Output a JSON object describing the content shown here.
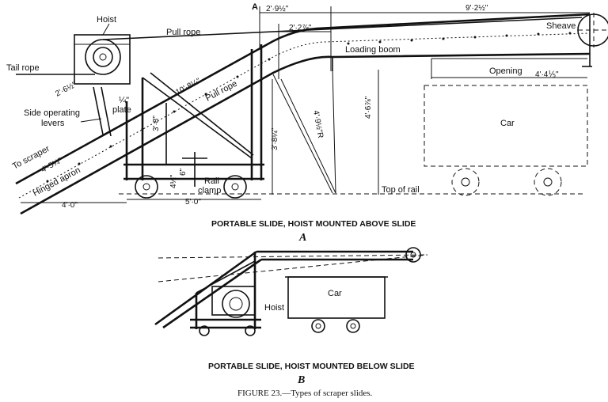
{
  "diagram_a": {
    "labels": {
      "hoist": "Hoist",
      "pull_rope_top": "Pull rope",
      "pull_rope_lower": "Pull rope",
      "tail_rope": "Tail rope",
      "sheave": "Sheave",
      "loading_boom": "Loading boom",
      "opening": "Opening",
      "car": "Car",
      "top_of_rail": "Top of rail",
      "side_levers_1": "Side operating",
      "side_levers_2": "levers",
      "to_scraper": "To scraper",
      "hinged_apron": "Hinged apron",
      "plate_1": "¼\"",
      "plate_2": "plate",
      "rail_clamp_1": "Rail",
      "rail_clamp_2": "clamp",
      "point_a": "A"
    },
    "dimensions": {
      "d1": "2'·9½\"",
      "d2": "9'·2½\"",
      "d3": "2'·2⅞\"",
      "d4": "2'·6½\"",
      "d5": "10'·8¼\"",
      "d6": "4'·9½\"R",
      "d7": "4'·6⅞\"",
      "d8": "3'·8¼\"",
      "d9": "3'·8\"",
      "d10": "4'·5¼\"",
      "d11": "4'·0\"",
      "d12": "5'·0\"",
      "d13": "4'·4⅕\"",
      "d14": "4½\"",
      "d15": "6\""
    },
    "caption": "PORTABLE SLIDE, HOIST MOUNTED ABOVE SLIDE",
    "letter": "A"
  },
  "diagram_b": {
    "labels": {
      "hoist": "Hoist",
      "car": "Car"
    },
    "caption": "PORTABLE SLIDE, HOIST MOUNTED BELOW SLIDE",
    "letter": "B"
  },
  "figure_caption": "FIGURE 23.—Types of scraper slides."
}
